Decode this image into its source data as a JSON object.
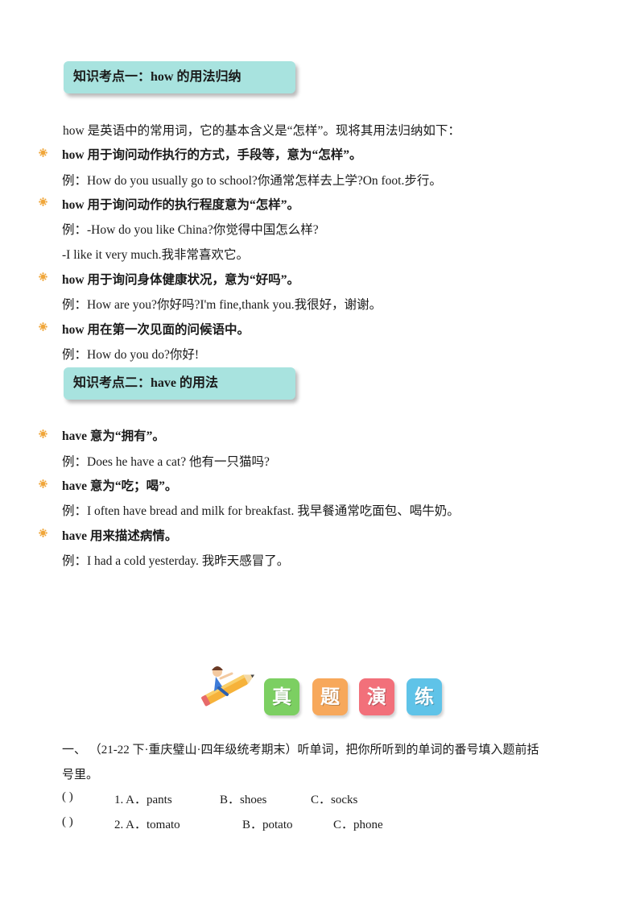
{
  "section1": {
    "title": "知识考点一：how 的用法归纳",
    "intro": "how 是英语中的常用词，它的基本含义是“怎样”。现将其用法归纳如下：",
    "points": [
      {
        "head": "how 用于询问动作执行的方式，手段等，意为“怎样”。",
        "examples": [
          "例：How  do  you  usually  go  to  school?你通常怎样去上学?On  foot.步行。"
        ]
      },
      {
        "head": "how 用于询问动作的执行程度意为“怎样”。",
        "examples": [
          "例：-How  do  you  like  China?你觉得中国怎么样?",
          "-I  like  it  very  much.我非常喜欢它。"
        ]
      },
      {
        "head": "how 用于询问身体健康状况，意为“好吗”。",
        "examples": [
          "例：How  are  you?你好吗?I'm  fine,thank  you.我很好，谢谢。"
        ]
      },
      {
        "head": "how 用在第一次见面的问候语中。",
        "examples": [
          "例：How  do  you  do?你好!"
        ]
      }
    ]
  },
  "section2": {
    "title": "知识考点二：have 的用法",
    "points": [
      {
        "head": "have 意为“拥有”。",
        "examples": [
          "例：Does  he  have  a  cat?  他有一只猫吗?"
        ]
      },
      {
        "head": "have 意为“吃；喝”。",
        "examples": [
          "例：I  often  have  bread  and  milk  for  breakfast.  我早餐通常吃面包、喝牛奶。"
        ]
      },
      {
        "head": "have 用来描述病情。",
        "examples": [
          "例：I  had  a  cold  yesterday.  我昨天感冒了。"
        ]
      }
    ]
  },
  "banner": {
    "icon": "pencil-rider-icon",
    "tiles": [
      {
        "char": "真",
        "color": "#7ccf62"
      },
      {
        "char": "题",
        "color": "#f7a85b"
      },
      {
        "char": "演",
        "color": "#f2707a"
      },
      {
        "char": "练",
        "color": "#5fc3e8"
      }
    ]
  },
  "exercise": {
    "prompt_line1": "一、  （21-22 下·重庆璧山·四年级统考期末）听单词，把你所听到的单词的番号填入题前括",
    "prompt_line2": "号里。",
    "questions": [
      {
        "paren": "(            )",
        "num": "1. A．pants",
        "b": "B．shoes",
        "c": "C．socks"
      },
      {
        "paren": "(            )",
        "num": "2. A．tomato",
        "b": "B．potato",
        "c": "C．phone"
      }
    ]
  },
  "colors": {
    "box": "#a8e3df",
    "bullet": "#f0a63a"
  }
}
